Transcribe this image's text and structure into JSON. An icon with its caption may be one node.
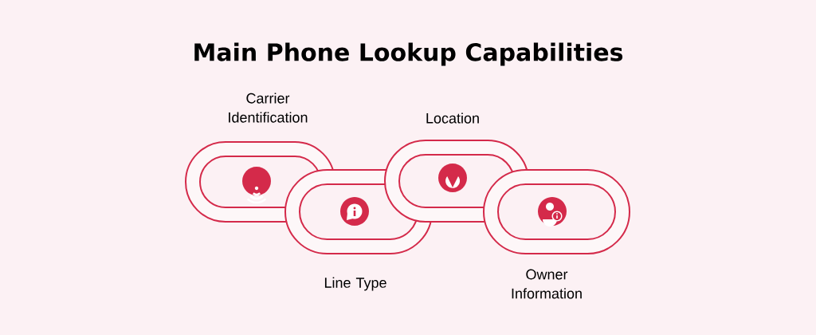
{
  "diagram": {
    "title": "Main Phone Lookup Capabilities",
    "nodes": [
      {
        "text": [
          "Carrier Identification"
        ]
      },
      {
        "text": [
          "Line Type"
        ]
      },
      {
        "text": [
          "Location"
        ]
      },
      {
        "text": [
          "Owner Information"
        ]
      }
    ]
  }
}
